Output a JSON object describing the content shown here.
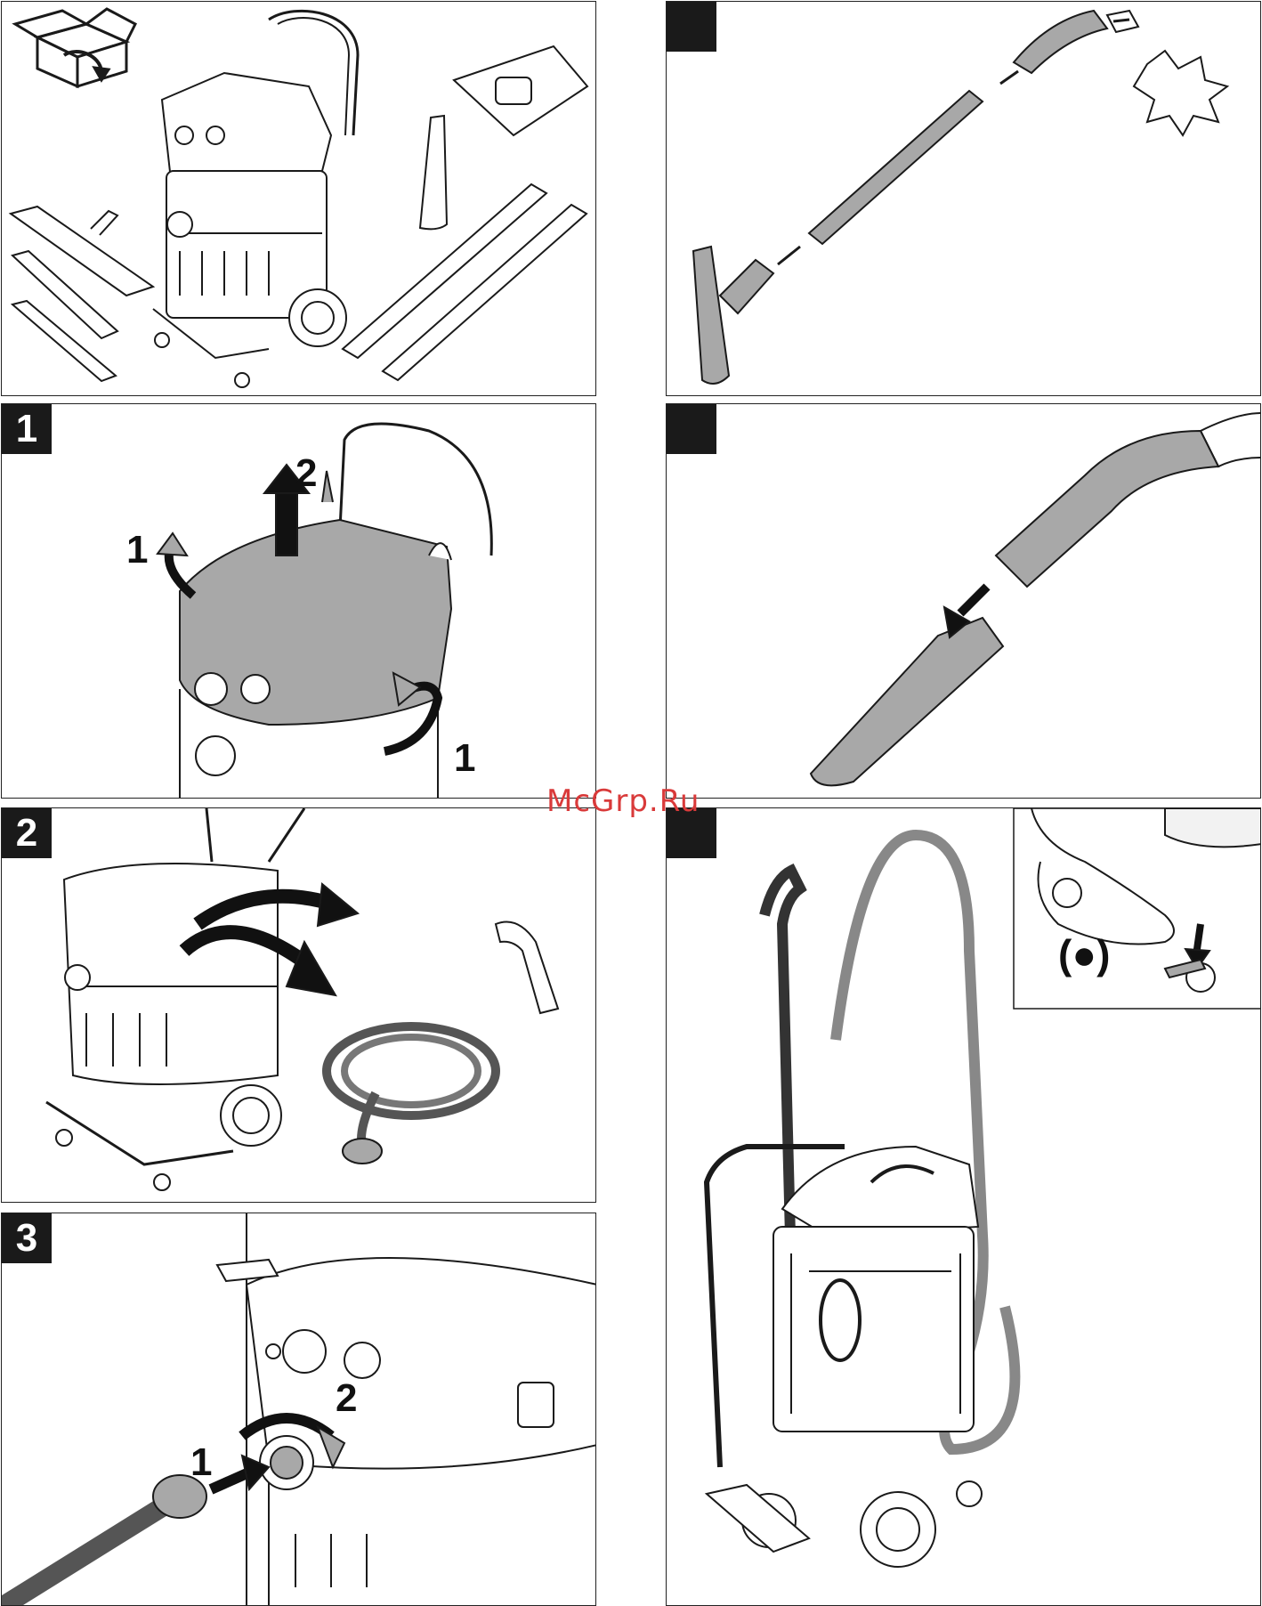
{
  "watermark": "McGrp.Ru",
  "badges": {
    "panel_1": "1",
    "panel_2": "2",
    "panel_3": "3",
    "panel_b": "",
    "panel_c": "",
    "panel_d": ""
  },
  "callouts": {
    "p1_arrow_left": "1",
    "p1_arrow_up": "2",
    "p1_arrow_right": "1",
    "p3_push": "1",
    "p3_turn": "2",
    "brake_symbol": "(●)"
  },
  "colors": {
    "line": "#1a1a1a",
    "highlight_gray": "#a8a8a8",
    "badge_bg": "#1a1a1a",
    "watermark": "#d93a3a"
  }
}
